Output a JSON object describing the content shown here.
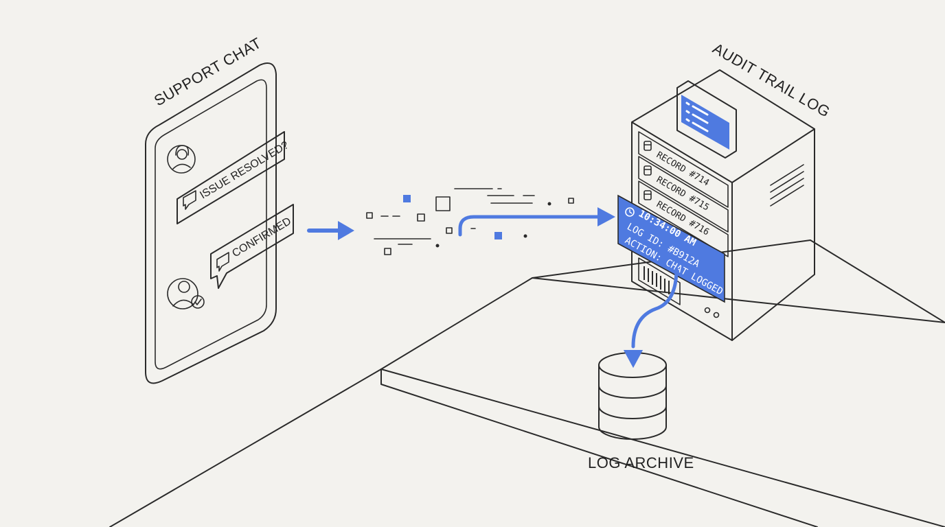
{
  "labels": {
    "support_chat": "SUPPORT CHAT",
    "audit_trail_log": "AUDIT TRAIL LOG",
    "log_archive": "LOG ARCHIVE"
  },
  "chat": {
    "message_1": "ISSUE RESOLVED?",
    "message_2": "CONFIRMED"
  },
  "server": {
    "records": [
      "RECORD #714",
      "RECORD #715",
      "RECORD #716"
    ]
  },
  "log_card": {
    "time": "10:34:00 AM",
    "log_id": "LOG ID: #B912A",
    "action": "ACTION: CHAT LOGGED"
  },
  "colors": {
    "accent": "#4f7ae0",
    "line": "#2a2a2a",
    "background": "#f3f2ee"
  }
}
